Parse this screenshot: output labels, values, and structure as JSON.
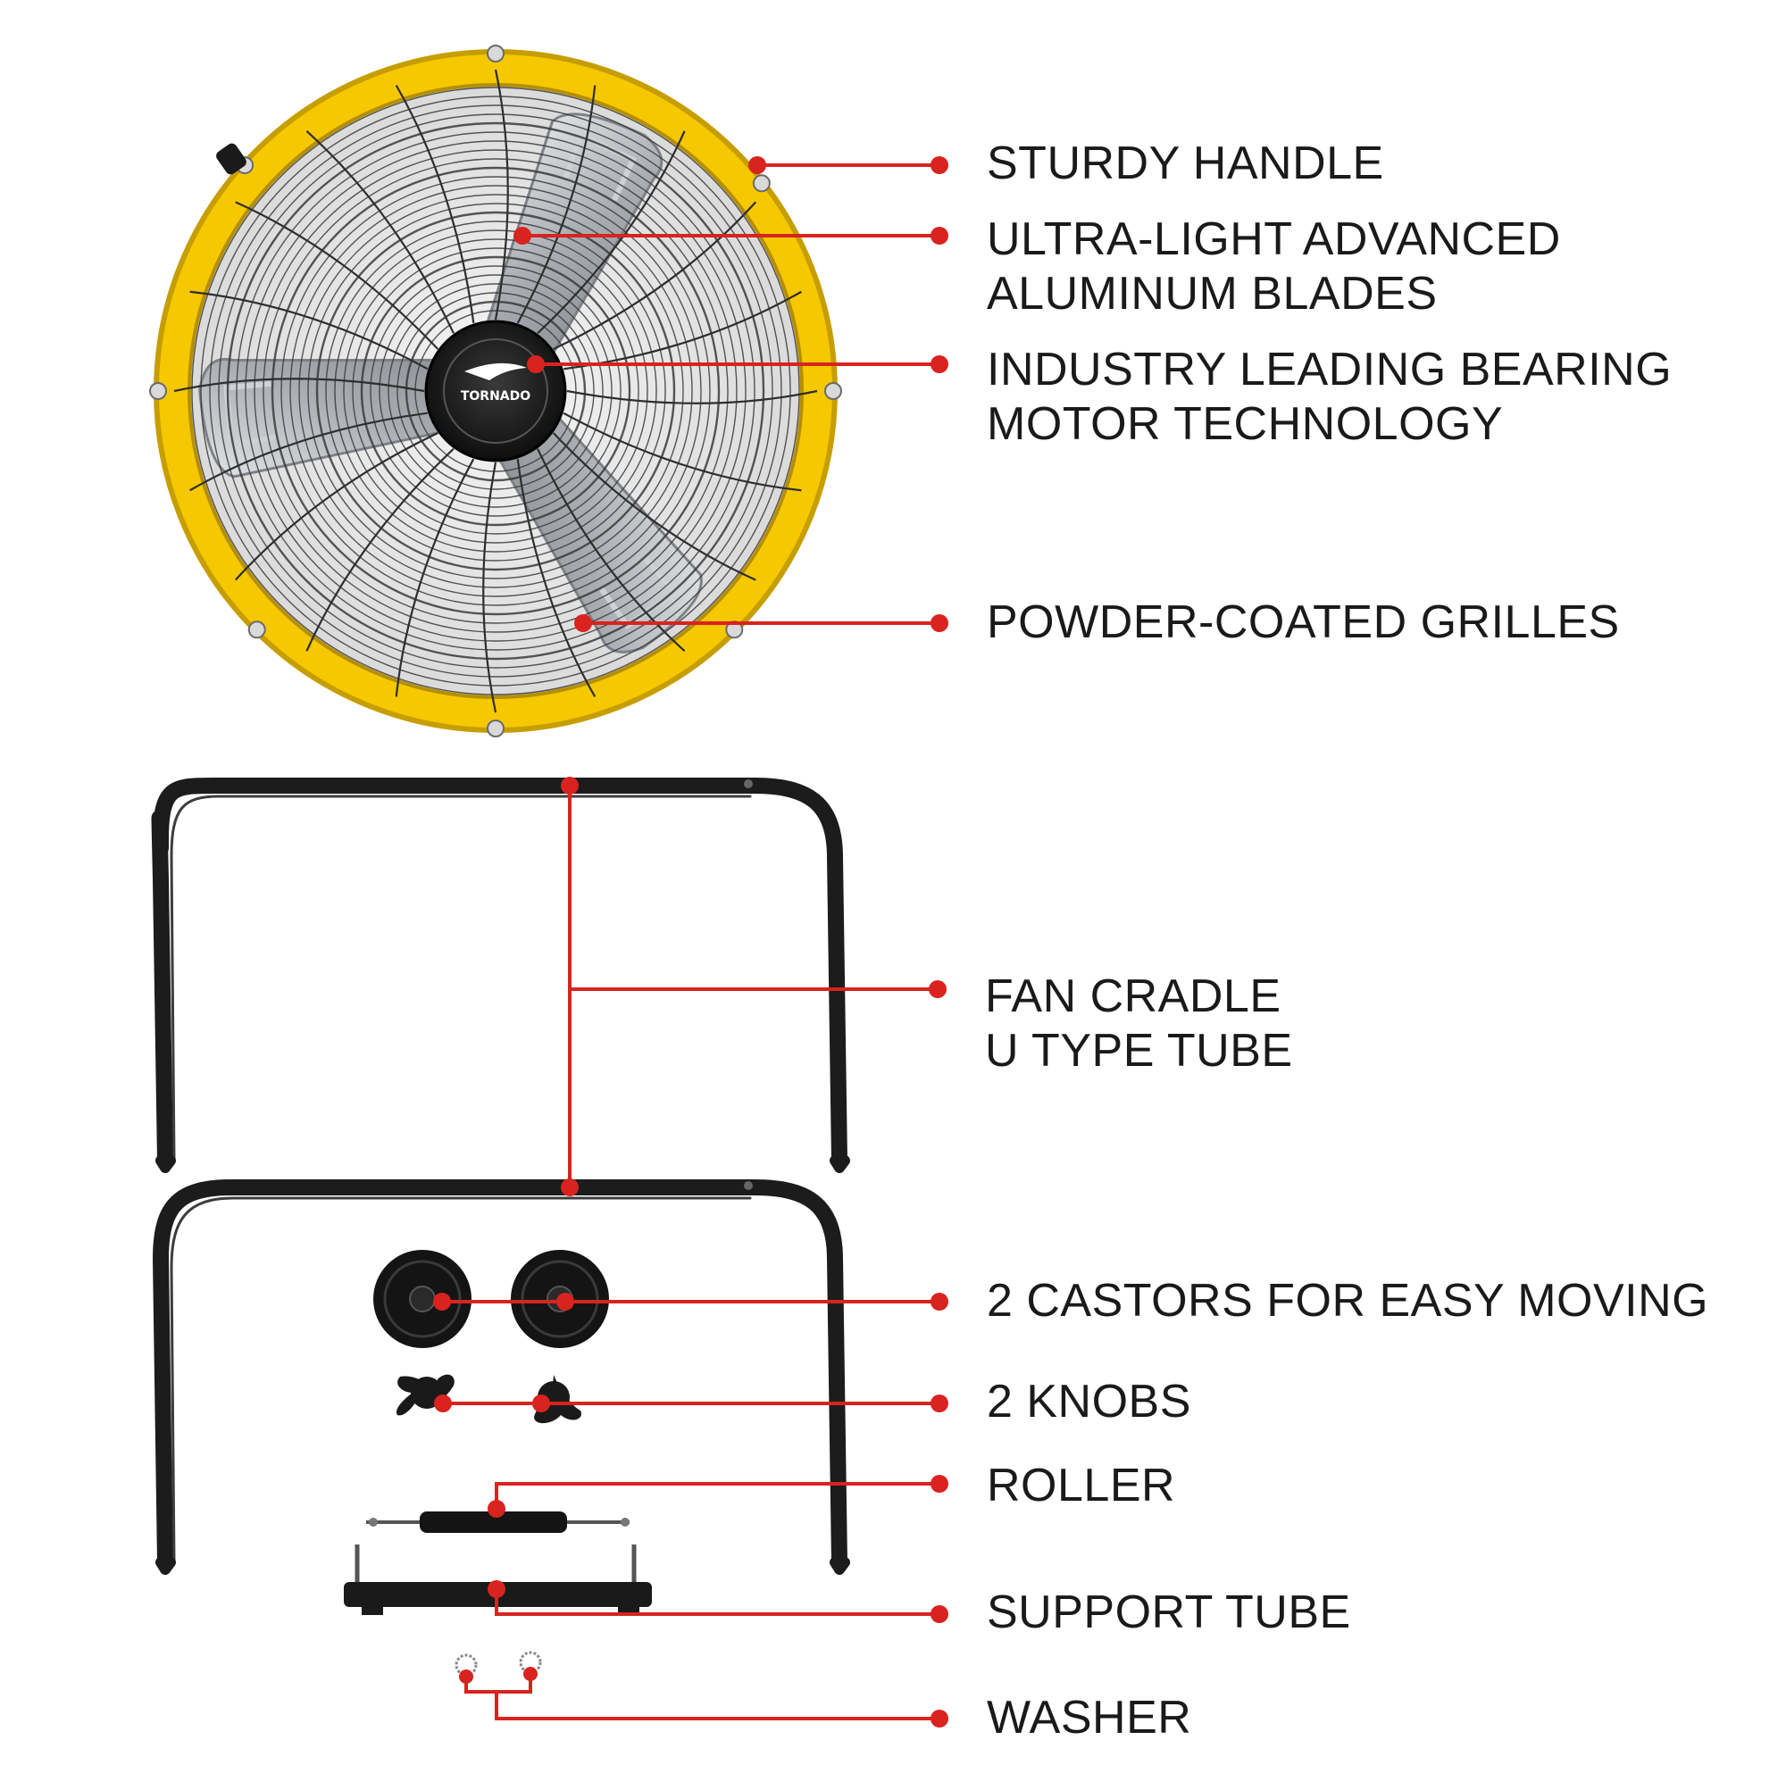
{
  "brand": {
    "logo_text": "TORNADO"
  },
  "colors": {
    "background": "#ffffff",
    "leader_line": "#d9231f",
    "fan_housing": "#f5c800",
    "fan_housing_dark": "#c79e00",
    "grille": "#3a3a3a",
    "blade": "#b9bcc0",
    "tube": "#1c1c1c",
    "label_text": "#1a1a1a"
  },
  "callouts": [
    {
      "id": "sturdy-handle",
      "lines": [
        "STURDY HANDLE"
      ]
    },
    {
      "id": "aluminum-blades",
      "lines": [
        "ULTRA-LIGHT ADVANCED",
        "ALUMINUM BLADES"
      ]
    },
    {
      "id": "bearing-motor",
      "lines": [
        "INDUSTRY LEADING BEARING",
        "MOTOR TECHNOLOGY"
      ]
    },
    {
      "id": "powder-coated-grilles",
      "lines": [
        "POWDER-COATED GRILLES"
      ]
    },
    {
      "id": "fan-cradle",
      "lines": [
        "FAN CRADLE",
        "U TYPE TUBE"
      ]
    },
    {
      "id": "castors",
      "lines": [
        "2 CASTORS FOR EASY MOVING"
      ]
    },
    {
      "id": "knobs",
      "lines": [
        "2 KNOBS"
      ]
    },
    {
      "id": "roller",
      "lines": [
        "ROLLER"
      ]
    },
    {
      "id": "support-tube",
      "lines": [
        "SUPPORT TUBE"
      ]
    },
    {
      "id": "washer",
      "lines": [
        "WASHER"
      ]
    }
  ]
}
